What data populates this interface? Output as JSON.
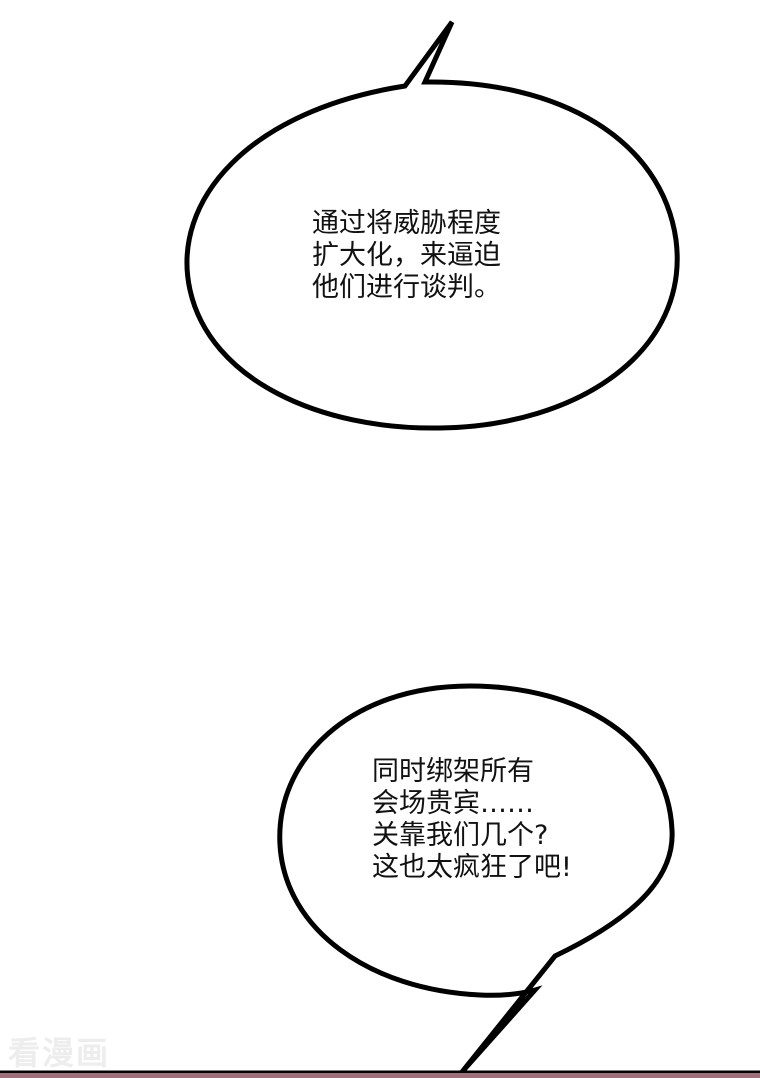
{
  "bubbles": [
    {
      "lines": [
        "通过将威胁程度",
        "扩大化，来逼迫",
        "他们进行谈判。"
      ]
    },
    {
      "lines": [
        "同时绑架所有",
        "会场贵宾……",
        "关靠我们几个?",
        "这也太疯狂了吧!"
      ]
    }
  ],
  "watermark": "看漫画"
}
